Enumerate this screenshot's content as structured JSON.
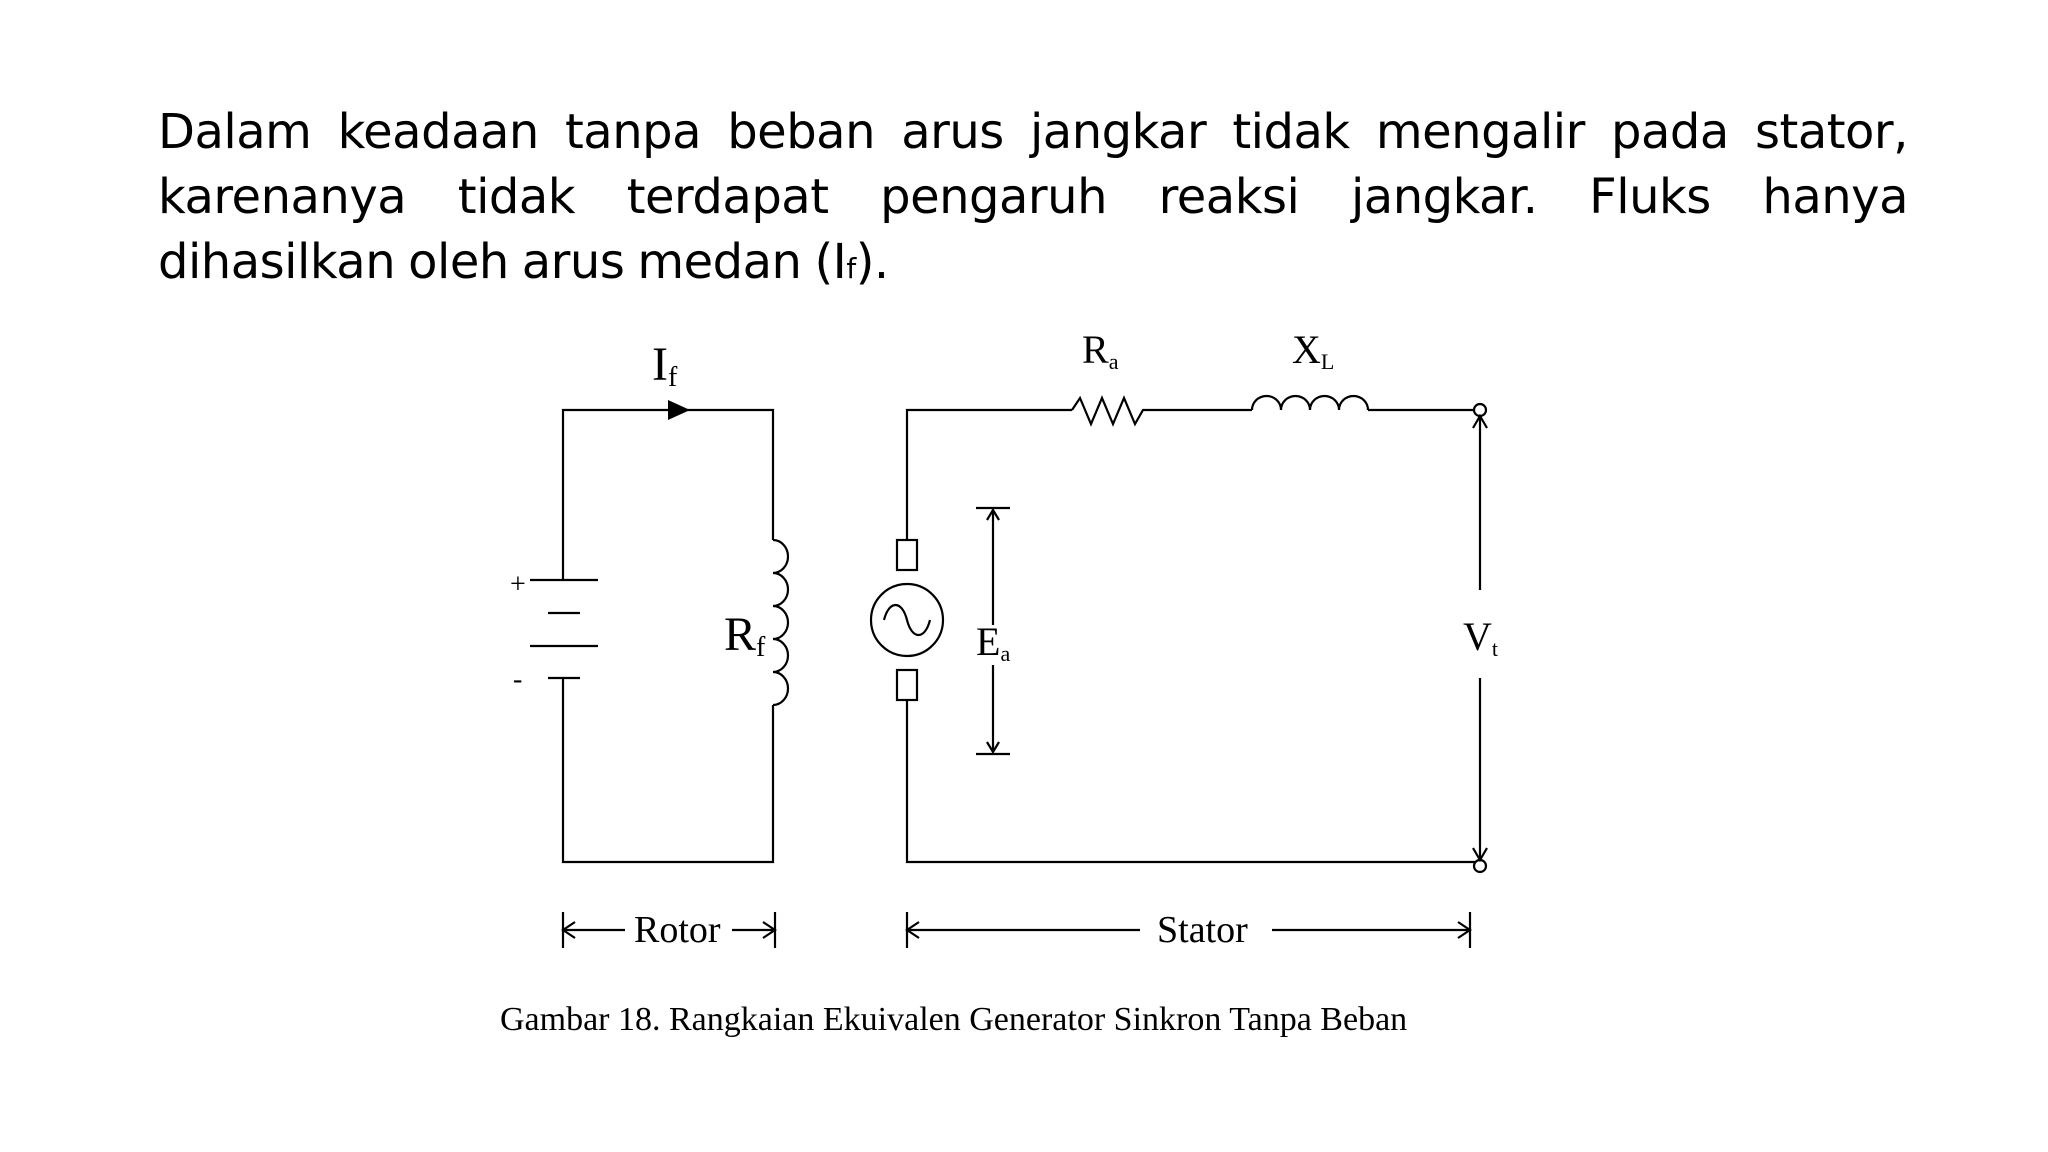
{
  "paragraph": {
    "line1": [
      "Dalam",
      "keadaan",
      "tanpa",
      "beban",
      "arus",
      "jangkar",
      "tidak",
      "mengalir",
      "pada",
      "stator,"
    ],
    "line2": [
      "karenanya",
      "tidak",
      "terdapat",
      "pengaruh",
      "reaksi",
      "jangkar.",
      "Fluks",
      "hanya"
    ],
    "line3": [
      "dihasilkan",
      "oleh",
      "arus",
      "medan"
    ],
    "line3_paren_open": "(I",
    "line3_sub": "f",
    "line3_paren_close": ")."
  },
  "diagram": {
    "field_current": {
      "main": "I",
      "sub": "f"
    },
    "field_resistance": {
      "main": "R",
      "sub": "f"
    },
    "armature_resistance": {
      "main": "R",
      "sub": "a"
    },
    "reactance": {
      "main": "X",
      "sub": "L"
    },
    "emf": {
      "main": "E",
      "sub": "a"
    },
    "terminal_voltage": {
      "main": "V",
      "sub": "t"
    },
    "battery_plus": "+",
    "battery_minus": "-",
    "rotor_label": "Rotor",
    "stator_label": "Stator",
    "caption": "Gambar 18. Rangkaian Ekuivalen Generator Sinkron Tanpa Beban"
  }
}
